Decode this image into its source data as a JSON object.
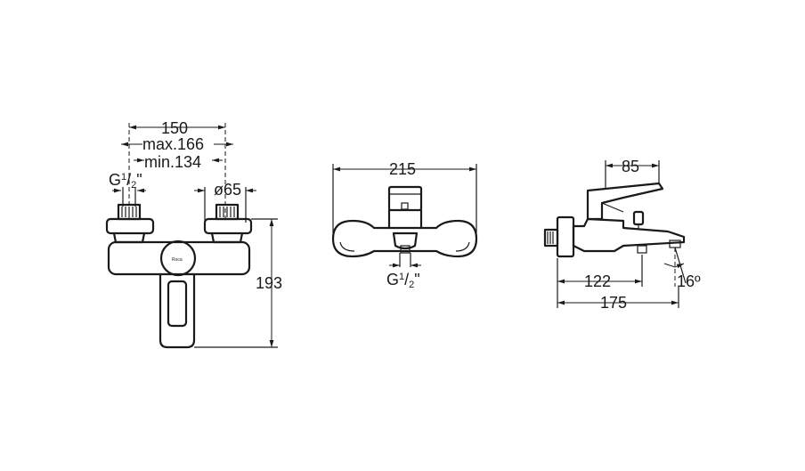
{
  "front_view": {
    "width_label": "150",
    "max_label": "max.166",
    "min_label": "min.134",
    "thread_label": "G",
    "thread_fraction_num": "1",
    "thread_fraction_den": "2",
    "thread_suffix": "\"",
    "diameter_label": "ø65",
    "height_label": "193",
    "logo_text": "Roca"
  },
  "top_view": {
    "width_label": "215",
    "thread_label": "G",
    "thread_fraction_num": "1",
    "thread_fraction_den": "2",
    "thread_suffix": "\""
  },
  "side_view": {
    "lever_label": "85",
    "spout_label": "122",
    "depth_label": "175",
    "angle_label": "16º"
  }
}
